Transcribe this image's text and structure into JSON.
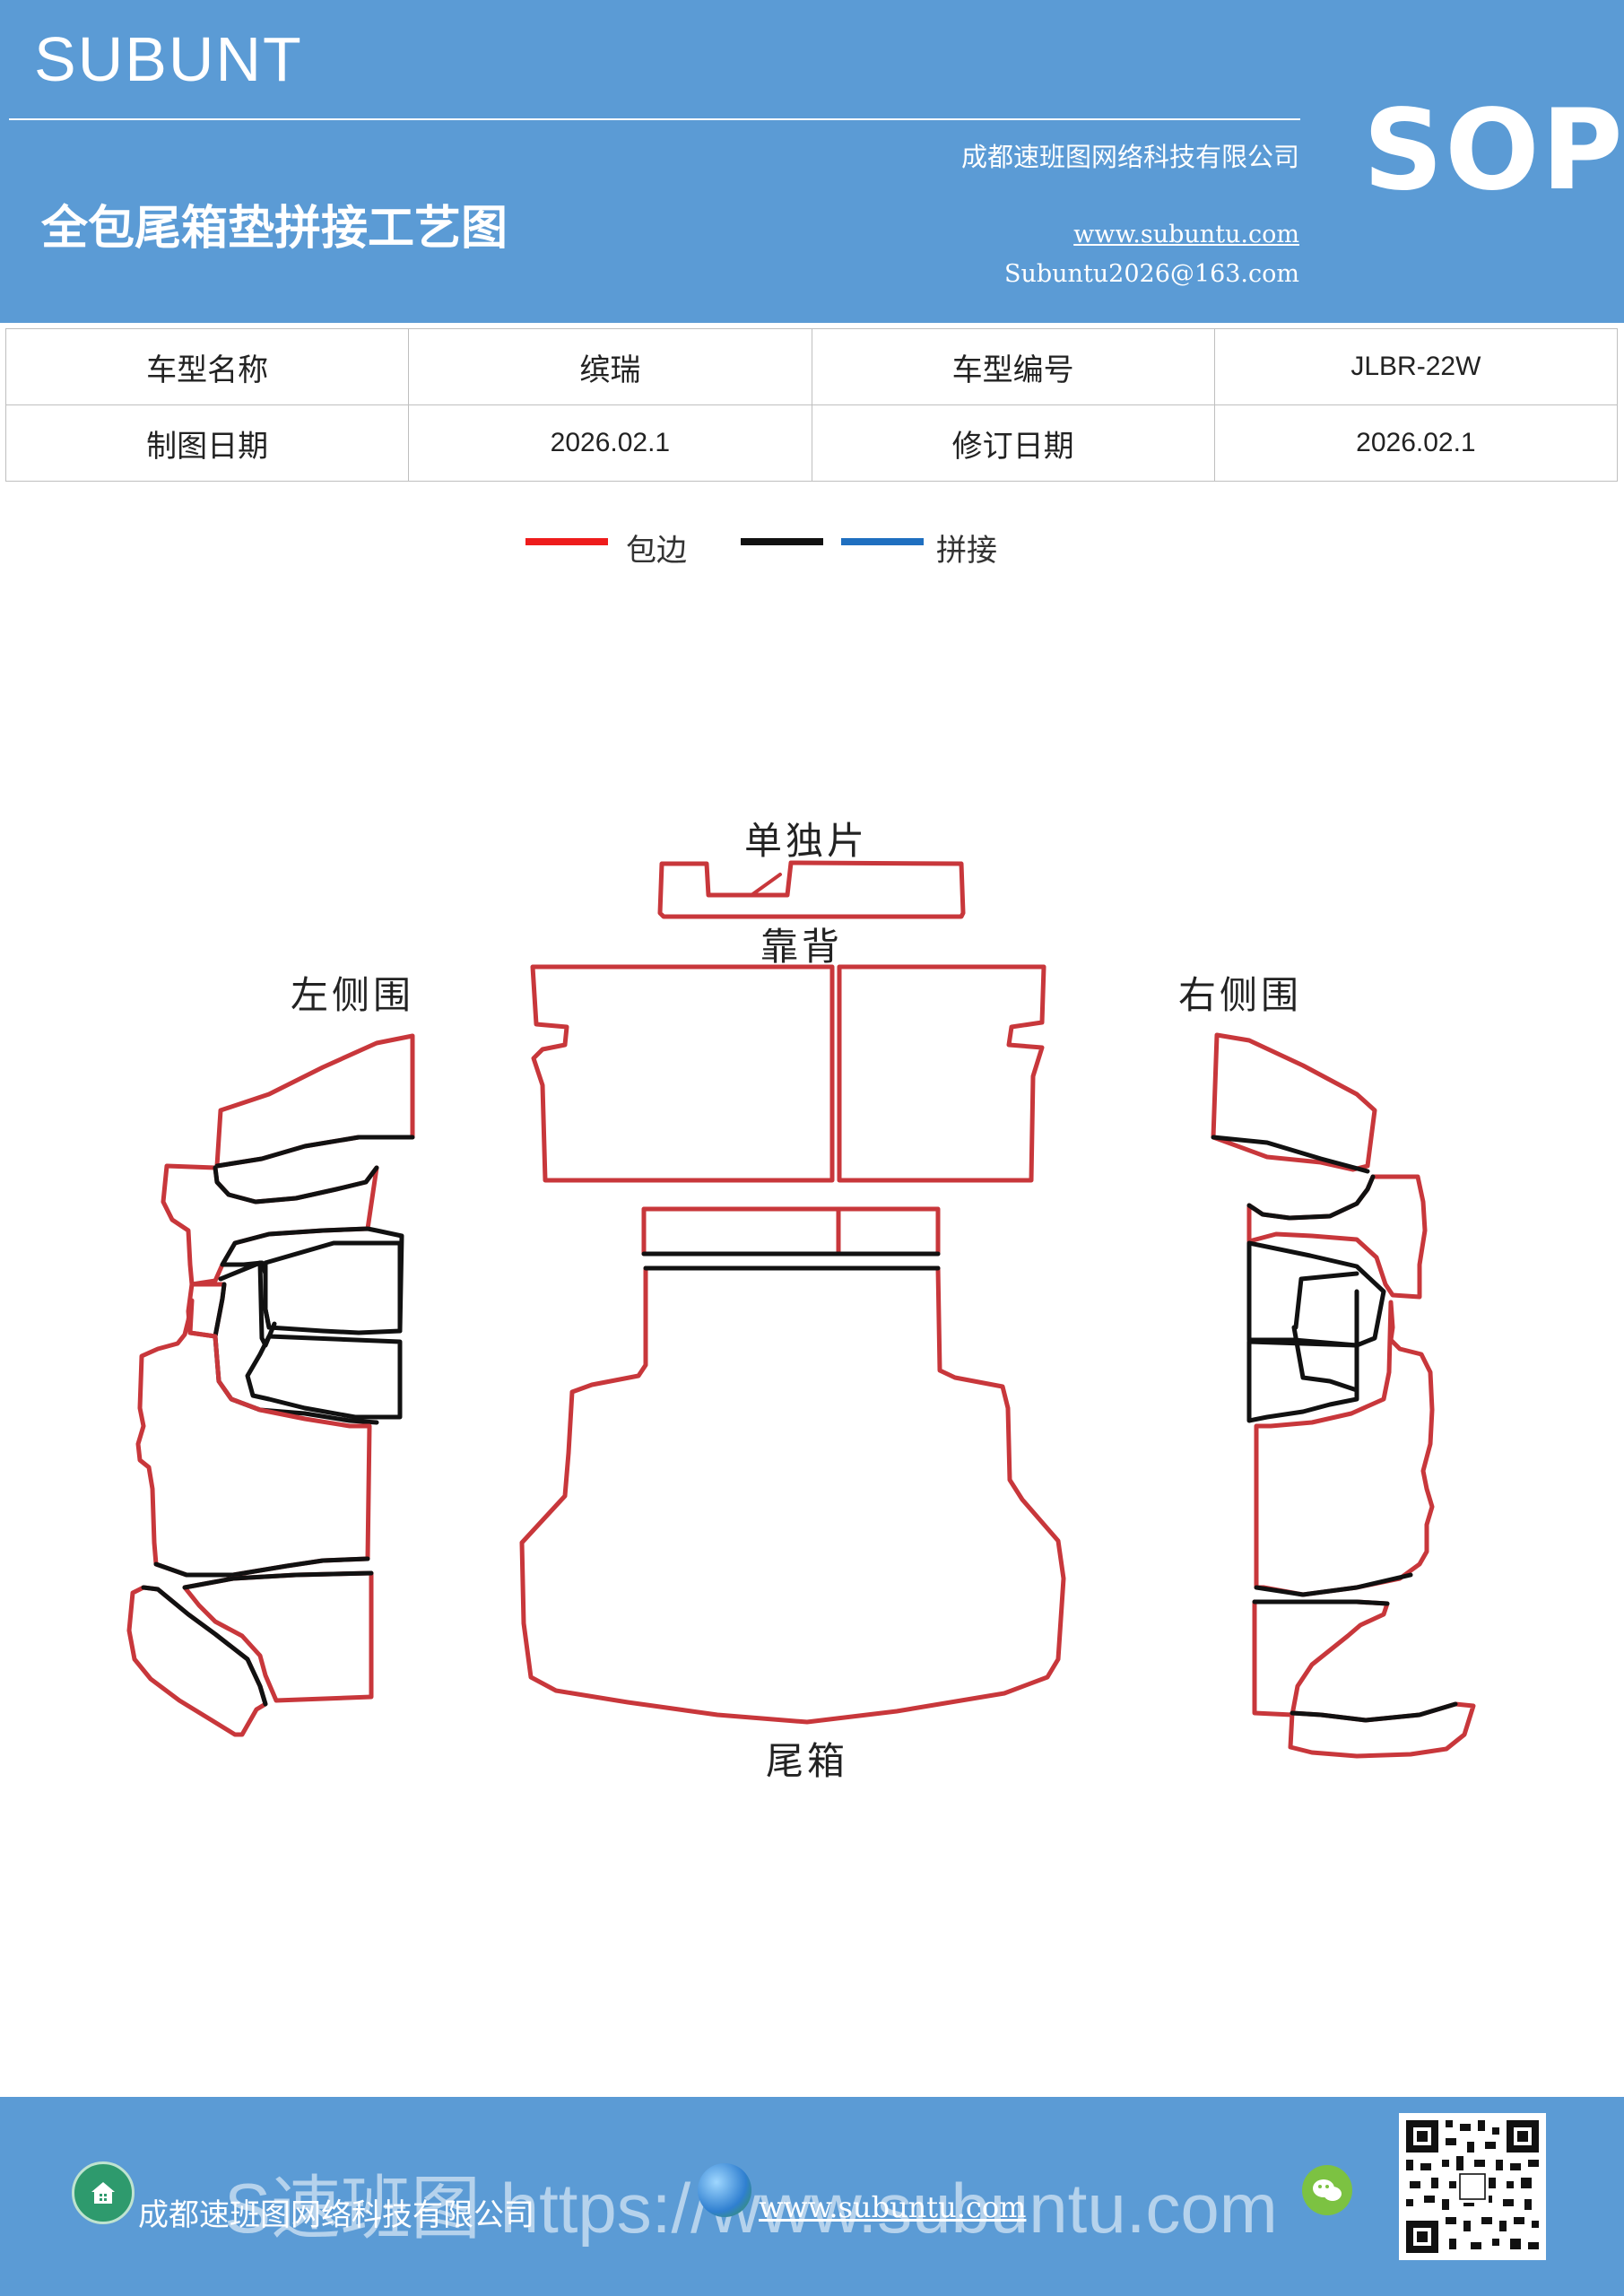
{
  "header": {
    "brand": "SUBUNT",
    "title": "全包尾箱垫拼接工艺图",
    "company": "成都速班图网络科技有限公司",
    "website": "www.subuntu.com",
    "email": "Subuntu2026@163.com",
    "doc_type": "SOP"
  },
  "info_table": {
    "rows": [
      [
        "车型名称",
        "缤瑞",
        "车型编号",
        "JLBR-22W"
      ],
      [
        "制图日期",
        "2026.02.1",
        "修订日期",
        "2026.02.1"
      ]
    ]
  },
  "legend": {
    "items": [
      {
        "label": "包边",
        "color": "#ee1c1c"
      },
      {
        "label": "",
        "color": "#111111"
      },
      {
        "label": "拼接",
        "color": "#1f6fc0"
      }
    ]
  },
  "pieces": {
    "single": "单独片",
    "backrest": "靠背",
    "left_side": "左侧围",
    "right_side": "右侧围",
    "trunk": "尾箱"
  },
  "colors": {
    "header_bg": "#5b9bd5",
    "edge": "#c8373b",
    "seam": "#111111"
  },
  "footer": {
    "company": "成都速班图网络科技有限公司",
    "website": "www.subuntu.com",
    "watermark": "S速班图 https://www.subuntu.com"
  }
}
